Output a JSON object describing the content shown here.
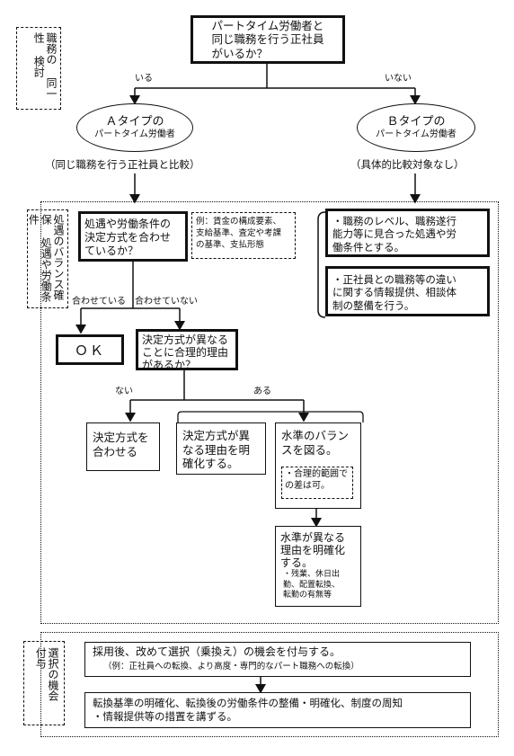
{
  "side_labels": {
    "identity": "職務の\n同一性\n検討",
    "balance": "処遇のバランス確保\n処遇や労働条件",
    "opportunity": "選択の機会\n付与"
  },
  "start_question": "パートタイム労働者と\n同じ職務を行う正社員\nがいるか？",
  "branch_yes": "いる",
  "branch_no": "いない",
  "type_a_name": "Ａタイプの",
  "type_a_sub": "パートタイム労働者",
  "type_b_name": "Ｂタイプの",
  "type_b_sub": "パートタイム労働者",
  "type_a_note": "（同じ職務を行う正社員と比較）",
  "type_b_note": "（具体的比較対象なし）",
  "q_method_match": "処遇や労働条件の\n決定方式を合わせ\nているか？",
  "example_note": "例：賃金の構成要素、\n支給基準、査定や考課\nの基準、支払形態",
  "b_item_1": "・職務のレベル、職務遂行\n能力等に見合った処遇や労\n働条件とする。",
  "b_item_2": "・正社員との職務等の違い\nに関する情報提供、相談体\n制の整備を行う。",
  "label_matched": "合わせている",
  "label_not_matched": "合わせていない",
  "ok_label": "ＯＫ",
  "q_reason": "決定方式が異なる\nことに合理的理由\nがあるか？",
  "label_none": "ない",
  "label_exists": "ある",
  "action_align": "決定方式を\n合わせる",
  "action_clarify": "決定方式が異\nなる理由を明\n確化する。",
  "action_balance": "水準のバラン\nスを図る。",
  "balance_note": "・合理的範囲で\nの差は可。",
  "action_level_reason": "水準が異なる\n理由を明確化\nする。",
  "level_reason_note": "・残業、休日出\n勤、配置転換、\n転勤の有無等",
  "opportunity_main": "採用後、改めて選択（乗換え）の機会を付与する。",
  "opportunity_example": "（例：正社員への転換、より高度・専門的なパート職務への転換）",
  "opportunity_measures": "転換基準の明確化、転換後の労働条件の整備・明確化、制度の周知\n・情報提供等の措置を講ずる。"
}
